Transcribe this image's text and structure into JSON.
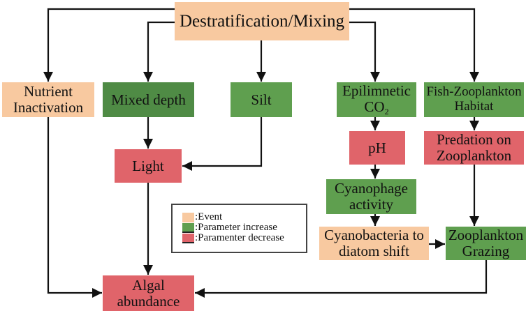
{
  "diagram": {
    "title": "Destratification/Mixing effects on algal abundance",
    "colors": {
      "event": "#f8c9a0",
      "parameter_increase": "#5f9f4f",
      "parameter_decrease": "#e0646a",
      "arrow": "#111111"
    },
    "nodes": {
      "destrat": {
        "label": "Destratification/Mixing",
        "type": "event"
      },
      "nutrient": {
        "line1": "Nutrient",
        "line2": "Inactivation",
        "type": "event"
      },
      "mixed_depth": {
        "label": "Mixed depth",
        "type": "increase"
      },
      "silt": {
        "label": "Silt",
        "type": "increase"
      },
      "epi_co2": {
        "line1": "Epilimnetic",
        "line2_main": "CO",
        "line2_sub": "2",
        "type": "increase"
      },
      "fish_zoo": {
        "line1": "Fish-Zooplankton",
        "line2": "Habitat",
        "type": "increase"
      },
      "light": {
        "label": "Light",
        "type": "decrease"
      },
      "ph": {
        "label": "pH",
        "type": "decrease"
      },
      "predation": {
        "line1": "Predation on",
        "line2": "Zooplankton",
        "type": "decrease"
      },
      "cyanophage": {
        "line1": "Cyanophage",
        "line2": "activity",
        "type": "increase"
      },
      "cyano_shift": {
        "line1": "Cyanobacteria to",
        "line2": "diatom shift",
        "type": "event"
      },
      "zoo_grazing": {
        "line1": "Zooplankton",
        "line2": "Grazing",
        "type": "increase"
      },
      "algal": {
        "line1": "Algal",
        "line2": "abundance",
        "type": "decrease"
      }
    },
    "edges": [
      {
        "from": "destrat",
        "to": "nutrient"
      },
      {
        "from": "destrat",
        "to": "mixed_depth"
      },
      {
        "from": "destrat",
        "to": "silt"
      },
      {
        "from": "destrat",
        "to": "epi_co2"
      },
      {
        "from": "destrat",
        "to": "fish_zoo"
      },
      {
        "from": "mixed_depth",
        "to": "light"
      },
      {
        "from": "silt",
        "to": "light"
      },
      {
        "from": "epi_co2",
        "to": "ph"
      },
      {
        "from": "ph",
        "to": "cyanophage"
      },
      {
        "from": "cyanophage",
        "to": "cyano_shift"
      },
      {
        "from": "cyano_shift",
        "to": "zoo_grazing"
      },
      {
        "from": "fish_zoo",
        "to": "predation"
      },
      {
        "from": "predation",
        "to": "zoo_grazing"
      },
      {
        "from": "light",
        "to": "algal"
      },
      {
        "from": "nutrient",
        "to": "algal"
      },
      {
        "from": "zoo_grazing",
        "to": "algal"
      }
    ],
    "legend": [
      {
        "label": ":Event",
        "type": "event"
      },
      {
        "label": ":Parameter increase",
        "type": "increase"
      },
      {
        "label": ":Paramenter decrease",
        "type": "decrease"
      }
    ]
  }
}
